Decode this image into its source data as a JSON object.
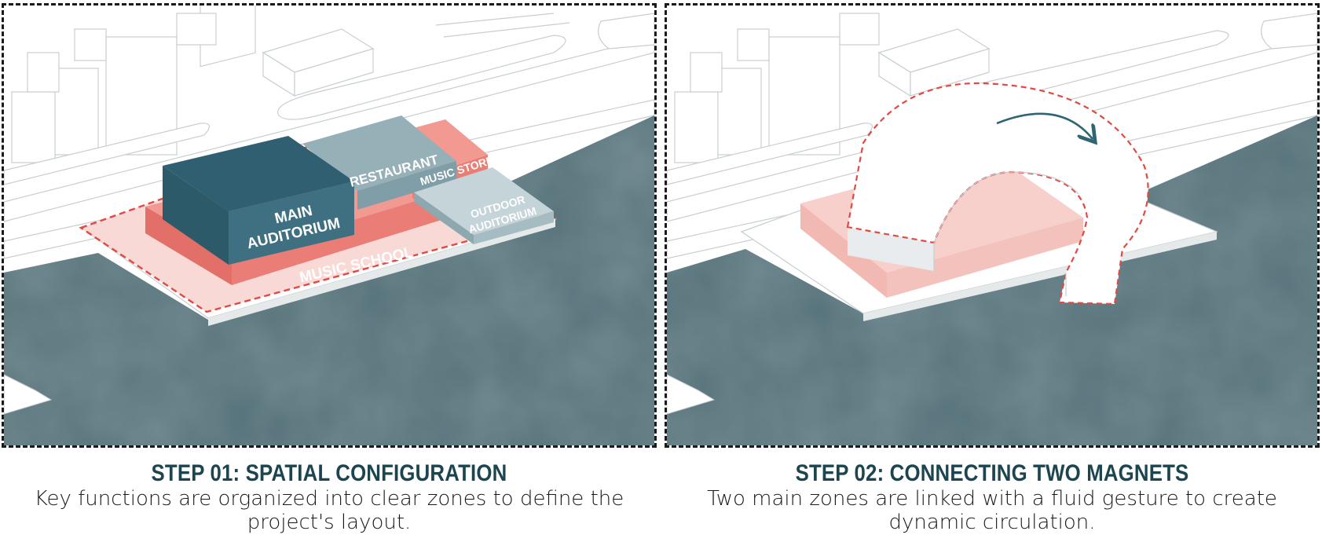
{
  "panels": [
    {
      "labels": {
        "main_auditorium_line1": "MAIN",
        "main_auditorium_line2": "AUDITORIUM",
        "restaurant": "RESTAURANT",
        "music_store": "MUSIC STORE",
        "outdoor_auditorium_line1": "OUTDOOR",
        "outdoor_auditorium_line2": "AUDITORIUM",
        "music_school": "MUSIC SCHOOL"
      },
      "title": "STEP 01: SPATIAL CONFIGURATION",
      "body": "Key functions are organized into clear zones to define the project's layout."
    },
    {
      "title": "STEP 02: CONNECTING TWO MAGNETS",
      "body": "Two main zones are linked with a fluid gesture to create dynamic circulation."
    }
  ],
  "colors": {
    "water": "#557179",
    "main_auditorium": "#3e7082",
    "restaurant": "#7f9ea8",
    "outdoor_auditorium": "#a5bcc3",
    "music_school": "#ea7e76",
    "site_zone": "#f9d9d6",
    "dashed_outline": "#e14a43",
    "title_text": "#1d4550"
  }
}
